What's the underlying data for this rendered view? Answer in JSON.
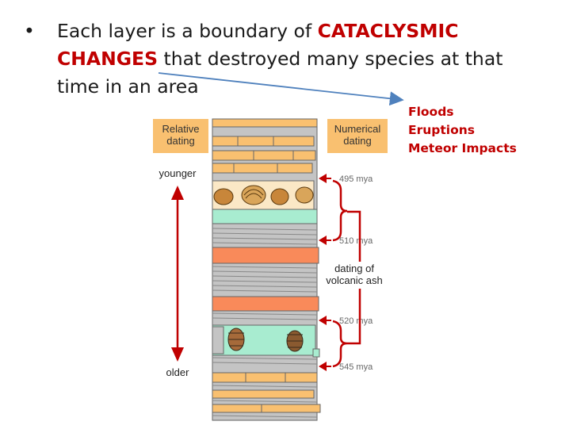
{
  "bullet": {
    "marker": "•",
    "before": "Each layer is a boundary of ",
    "highlight1": "CATACLYSMIC",
    "highlight2": "CHANGES",
    "after": " that destroyed many species at that time in an area"
  },
  "causes": [
    "Floods",
    "Eruptions",
    "Meteor Impacts"
  ],
  "diagram": {
    "relative_label_1": "Relative",
    "relative_label_2": "dating",
    "numerical_label_1": "Numerical",
    "numerical_label_2": "dating",
    "younger": "younger",
    "older": "older",
    "ash_label_1": "dating of",
    "ash_label_2": "volcanic ash",
    "ages": [
      "495 mya",
      "510 mya",
      "520 mya",
      "545 mya"
    ]
  },
  "colors": {
    "accent_red": "#c00000",
    "arrow_blue": "#4f81bd",
    "tan": "#f9c070",
    "mint": "#a8ecd0",
    "orange": "#f98a5a",
    "shale": "#b8b8b8"
  }
}
